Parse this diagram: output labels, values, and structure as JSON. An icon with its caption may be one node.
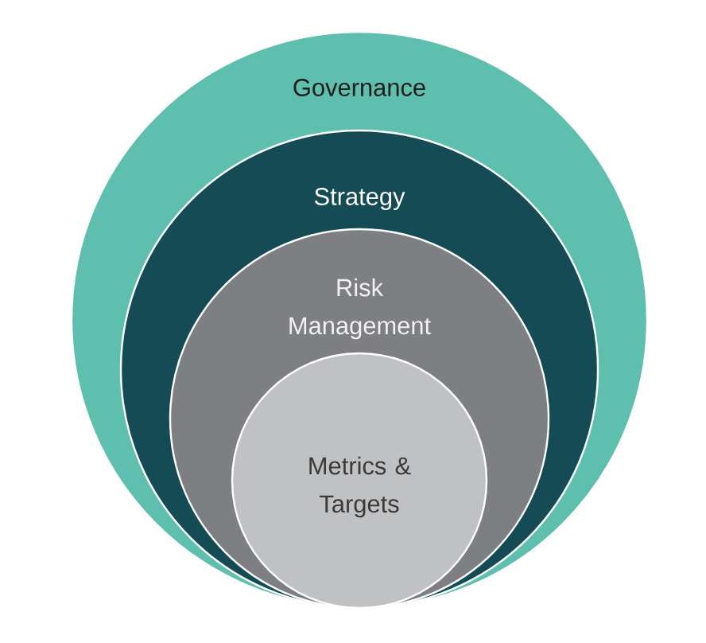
{
  "diagram": {
    "nodes": [
      {
        "text": [
          "Governance"
        ]
      },
      {
        "text": [
          "Strategy"
        ],
        "in": 0
      },
      {
        "text": [
          "Risk Management"
        ],
        "in": 1
      },
      {
        "text": [
          "Metrics & Targets"
        ],
        "in": 2
      }
    ]
  }
}
